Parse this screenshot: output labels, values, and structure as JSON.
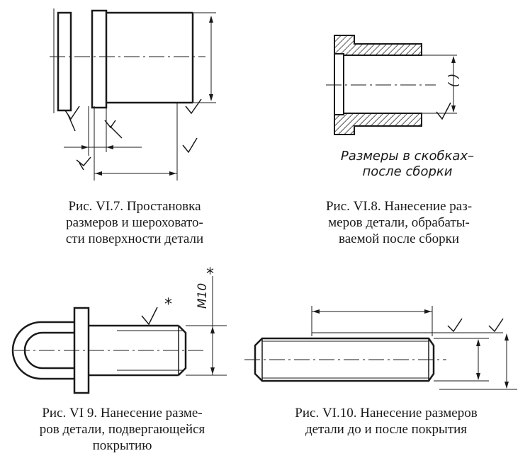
{
  "figures": {
    "fig7": {
      "caption_lines": [
        "Рис. VI.7. Простановка",
        "размеров и шероховато-",
        "сти поверхности детали"
      ]
    },
    "fig8": {
      "note_lines": [
        "Размеры в скобках–",
        "после  сборки"
      ],
      "bracket_text": "( )",
      "caption_lines": [
        "Рис. VI.8. Нанесение раз-",
        "меров детали, обрабаты-",
        "ваемой после сборки"
      ]
    },
    "fig9": {
      "thread_label": "M10",
      "asterisk": "*",
      "caption_lines": [
        "Рис. VI 9. Нанесение разме-",
        "ров детали, подвергающейся",
        "покрытию"
      ]
    },
    "fig10": {
      "caption_lines": [
        "Рис.  VI.10.  Нанесение  размеров",
        "детали до и после покрытия"
      ]
    }
  }
}
